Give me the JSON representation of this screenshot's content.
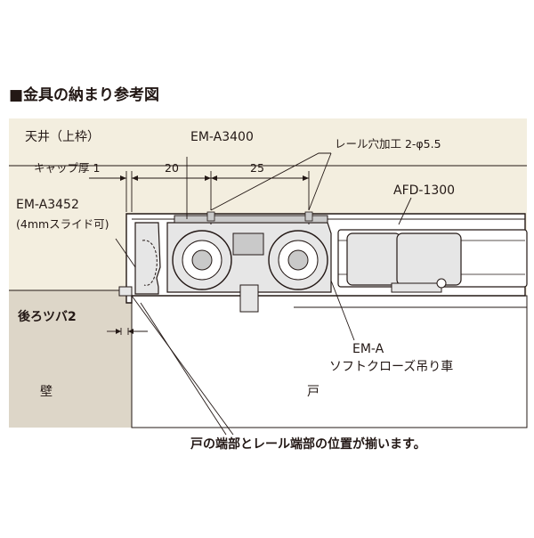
{
  "title": "■金具の納まり参考図",
  "labels": {
    "ceiling": "天井（上枠）",
    "em_a3400": "EM-A3400",
    "rail_hole": "レール穴加工 2-φ5.5",
    "cap_thickness": "キャップ厚 1",
    "dim_20": "20",
    "dim_25": "25",
    "afd_1300": "AFD-1300",
    "em_a3452": "EM-A3452",
    "em_a3452_note": "(4mmスライド可)",
    "back_stop": "後ろツバ2",
    "em_a": "EM-A",
    "soft_close": "ソフトクローズ吊り車",
    "wall": "壁",
    "door": "戸",
    "caption": "戸の端部とレール端部の位置が揃います。"
  },
  "colors": {
    "background": "#f3eedf",
    "wall": "#ddd6c8",
    "rail_fill": "#ffffff",
    "parts": "#e6e6e6",
    "parts_dark": "#c9c9c9",
    "line": "#231815"
  }
}
